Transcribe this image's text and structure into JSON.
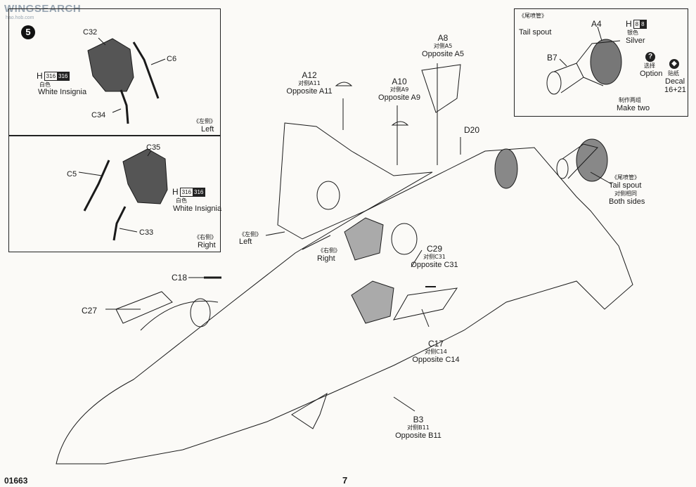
{
  "watermark": {
    "text": "WINGSEARCH",
    "sub": "hao.hob.com"
  },
  "footer": {
    "code": "01663",
    "page": "7"
  },
  "step": {
    "number": "5"
  },
  "panel_left_top": {
    "parts": [
      "C32",
      "C6",
      "C34"
    ],
    "paint_code": "H",
    "paint_nums": [
      "316",
      "316"
    ],
    "paint_cn": "白色",
    "paint_en": "White Insignia",
    "side_cn": "《左侧》",
    "side_en": "Left"
  },
  "panel_left_mid": {
    "parts": [
      "C35",
      "C5",
      "C33"
    ],
    "paint_code": "H",
    "paint_nums": [
      "316",
      "316"
    ],
    "paint_cn": "白色",
    "paint_en": "White Insignia",
    "side_cn": "《右侧》",
    "side_en": "Right"
  },
  "panel_right_top": {
    "title_cn": "《尾喷管》",
    "title_en": "Tail spout",
    "part_a": "A4",
    "part_b": "B7",
    "paint_code": "H",
    "paint_nums": [
      "8",
      "8"
    ],
    "paint_cn": "银色",
    "paint_en": "Silver",
    "option_cn": "选择",
    "option_en": "Option",
    "decal_cn": "贴纸",
    "decal_en": "Decal",
    "decal_num": "16+21",
    "make_cn": "制作两组",
    "make_en": "Make two"
  },
  "main": {
    "a8": {
      "part": "A8",
      "cn": "对侧A5",
      "en": "Opposite A5"
    },
    "a12": {
      "part": "A12",
      "cn": "对侧A11",
      "en": "Opposite A11"
    },
    "a10": {
      "part": "A10",
      "cn": "对侧A9",
      "en": "Opposite A9"
    },
    "d20": {
      "part": "D20"
    },
    "tail": {
      "cn": "《尾喷管》",
      "en": "Tail spout",
      "cn2": "对侧相同",
      "en2": "Both sides"
    },
    "left": {
      "cn": "《左侧》",
      "en": "Left"
    },
    "right": {
      "cn": "《右侧》",
      "en": "Right"
    },
    "c29": {
      "part": "C29",
      "cn": "对侧C31",
      "en": "Opposite C31"
    },
    "c18": {
      "part": "C18"
    },
    "c27": {
      "part": "C27"
    },
    "c17": {
      "part": "C17",
      "cn": "对侧C14",
      "en": "Opposite C14"
    },
    "b3": {
      "part": "B3",
      "cn": "对侧B11",
      "en": "Opposite B11"
    }
  },
  "colors": {
    "ink": "#1a1a1a",
    "paper": "#fbfaf7",
    "part_fill": "#555555"
  }
}
